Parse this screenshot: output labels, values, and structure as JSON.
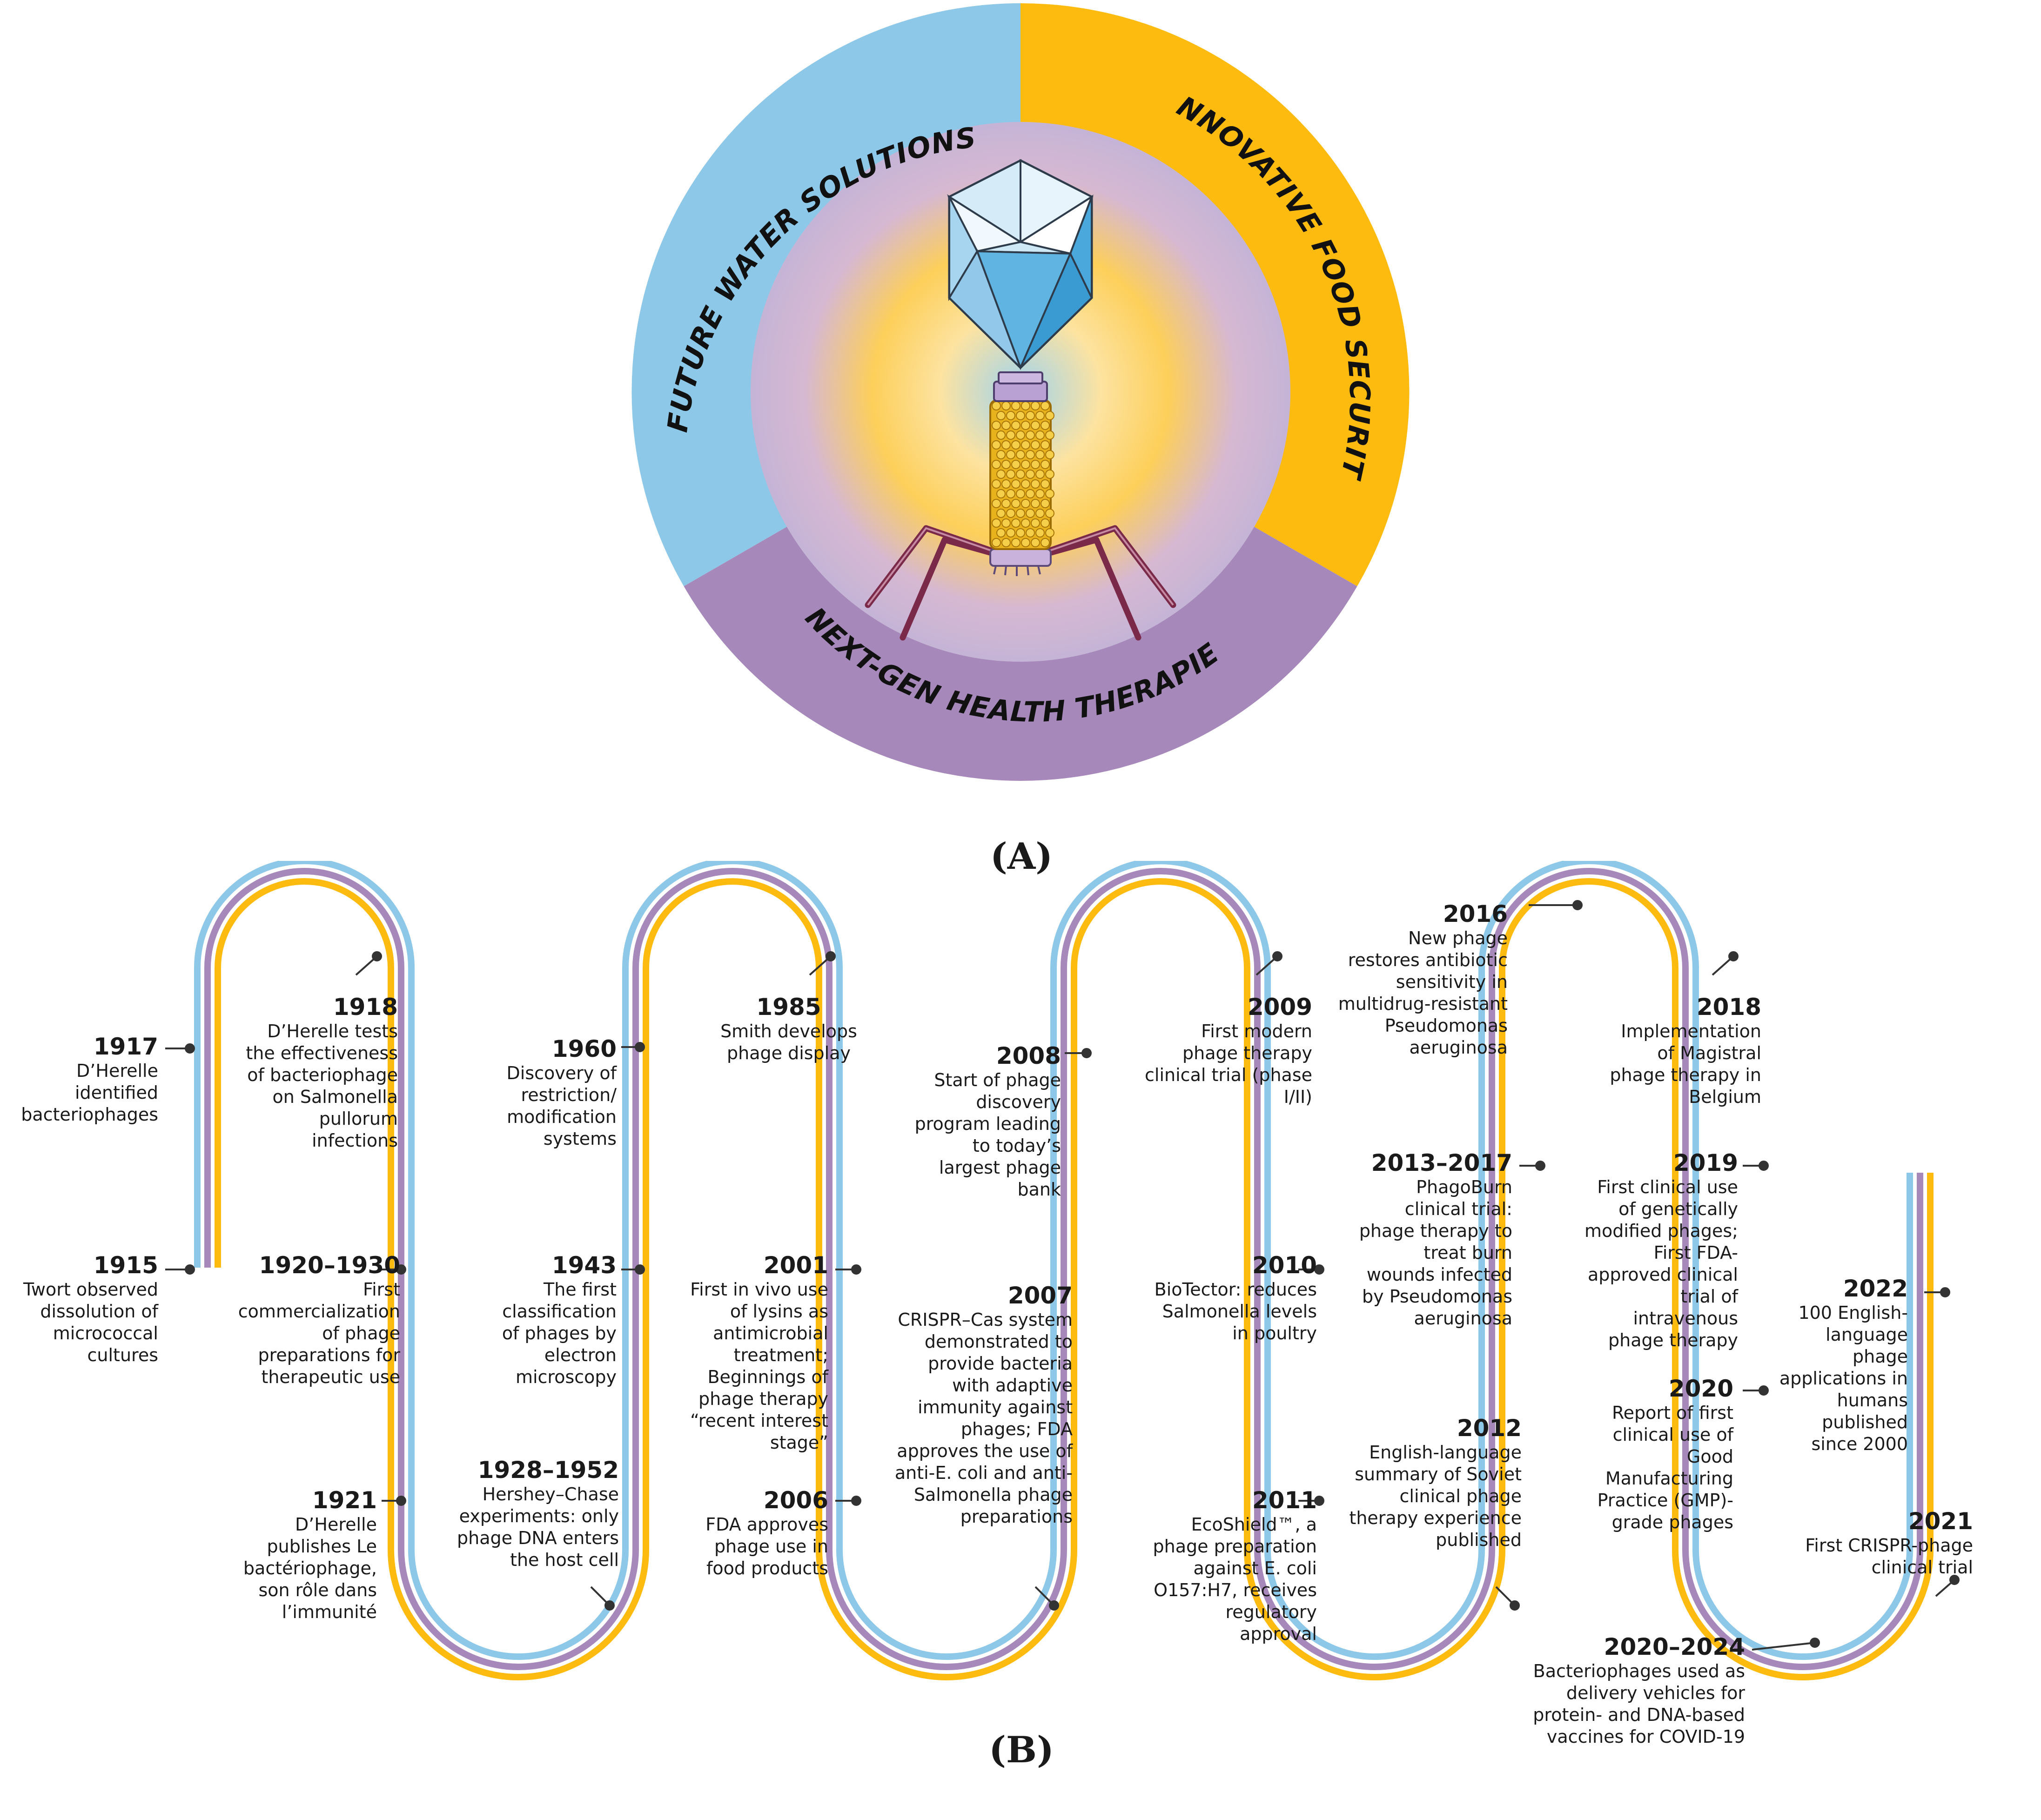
{
  "panel_a": {
    "label": "(A)",
    "segments": [
      {
        "id": "water",
        "text": "FUTURE WATER SOLUTIONS",
        "color": "#8DC8E8"
      },
      {
        "id": "food",
        "text": "INNOVATIVE FOOD SECURITY",
        "color": "#FDBB10"
      },
      {
        "id": "health",
        "text": "NEXT-GEN HEALTH THERAPIES",
        "color": "#A689BA"
      }
    ],
    "center_icon": "bacteriophage-icon"
  },
  "panel_b": {
    "label": "(B)",
    "track_colors": {
      "outer": "#8DC8E8",
      "middle": "#A689BA",
      "inner": "#FDBB10"
    },
    "events": [
      {
        "year": "1915",
        "desc": "Twort observed dissolution of micrococcal cultures"
      },
      {
        "year": "1917",
        "desc": "D’Herelle identified bacteriophages"
      },
      {
        "year": "1918",
        "desc": "D’Herelle tests the effectiveness of bacteriophage on Salmonella pullorum infections"
      },
      {
        "year": "1920–1930",
        "desc": "First commercialization of phage preparations for therapeutic use"
      },
      {
        "year": "1921",
        "desc": "D’Herelle publishes Le bactériophage, son rôle dans l’immunité"
      },
      {
        "year": "1960",
        "desc": "Discovery of restriction/ modification systems"
      },
      {
        "year": "1943",
        "desc": "The first classification of phages by electron microscopy"
      },
      {
        "year": "1928–1952",
        "desc": "Hershey–Chase experiments: only phage DNA enters the host cell"
      },
      {
        "year": "1985",
        "desc": "Smith develops phage display"
      },
      {
        "year": "2001",
        "desc": "First in vivo use of lysins as antimicrobial treatment; Beginnings of phage therapy “recent interest stage”"
      },
      {
        "year": "2006",
        "desc": "FDA approves phage use in food products"
      },
      {
        "year": "2008",
        "desc": "Start of phage discovery program leading to today’s largest phage bank"
      },
      {
        "year": "2007",
        "desc": "CRISPR–Cas system demonstrated to provide bacteria with adaptive immunity against phages; FDA approves the use of anti-E. coli and anti-Salmonella phage preparations"
      },
      {
        "year": "2009",
        "desc": "First modern phage therapy clinical trial (phase I/II)"
      },
      {
        "year": "2010",
        "desc": "BioTector: reduces Salmonella levels in poultry"
      },
      {
        "year": "2011",
        "desc": "EcoShield™, a phage preparation against E. coli O157:H7, receives regulatory approval"
      },
      {
        "year": "2016",
        "desc": "New phage restores antibiotic sensitivity in multidrug-resistant Pseudomonas aeruginosa"
      },
      {
        "year": "2013–2017",
        "desc": "PhagoBurn clinical trial: phage therapy to treat burn wounds infected by Pseudomonas aeruginosa"
      },
      {
        "year": "2012",
        "desc": "English-language summary of Soviet clinical phage therapy experience published"
      },
      {
        "year": "2018",
        "desc": "Implementation of Magistral phage therapy in Belgium"
      },
      {
        "year": "2019",
        "desc": "First clinical use of genetically modified phages; First FDA-approved clinical trial of intravenous phage therapy"
      },
      {
        "year": "2020",
        "desc": "Report of first clinical use of Good Manufacturing Practice (GMP)-grade phages"
      },
      {
        "year": "2020–2024",
        "desc": "Bacteriophages used as delivery vehicles for protein- and DNA-based vaccines for COVID-19"
      },
      {
        "year": "2022",
        "desc": "100 English-language phage applications in humans published since 2000"
      },
      {
        "year": "2021",
        "desc": "First CRISPR-phage clinical trial"
      }
    ]
  }
}
